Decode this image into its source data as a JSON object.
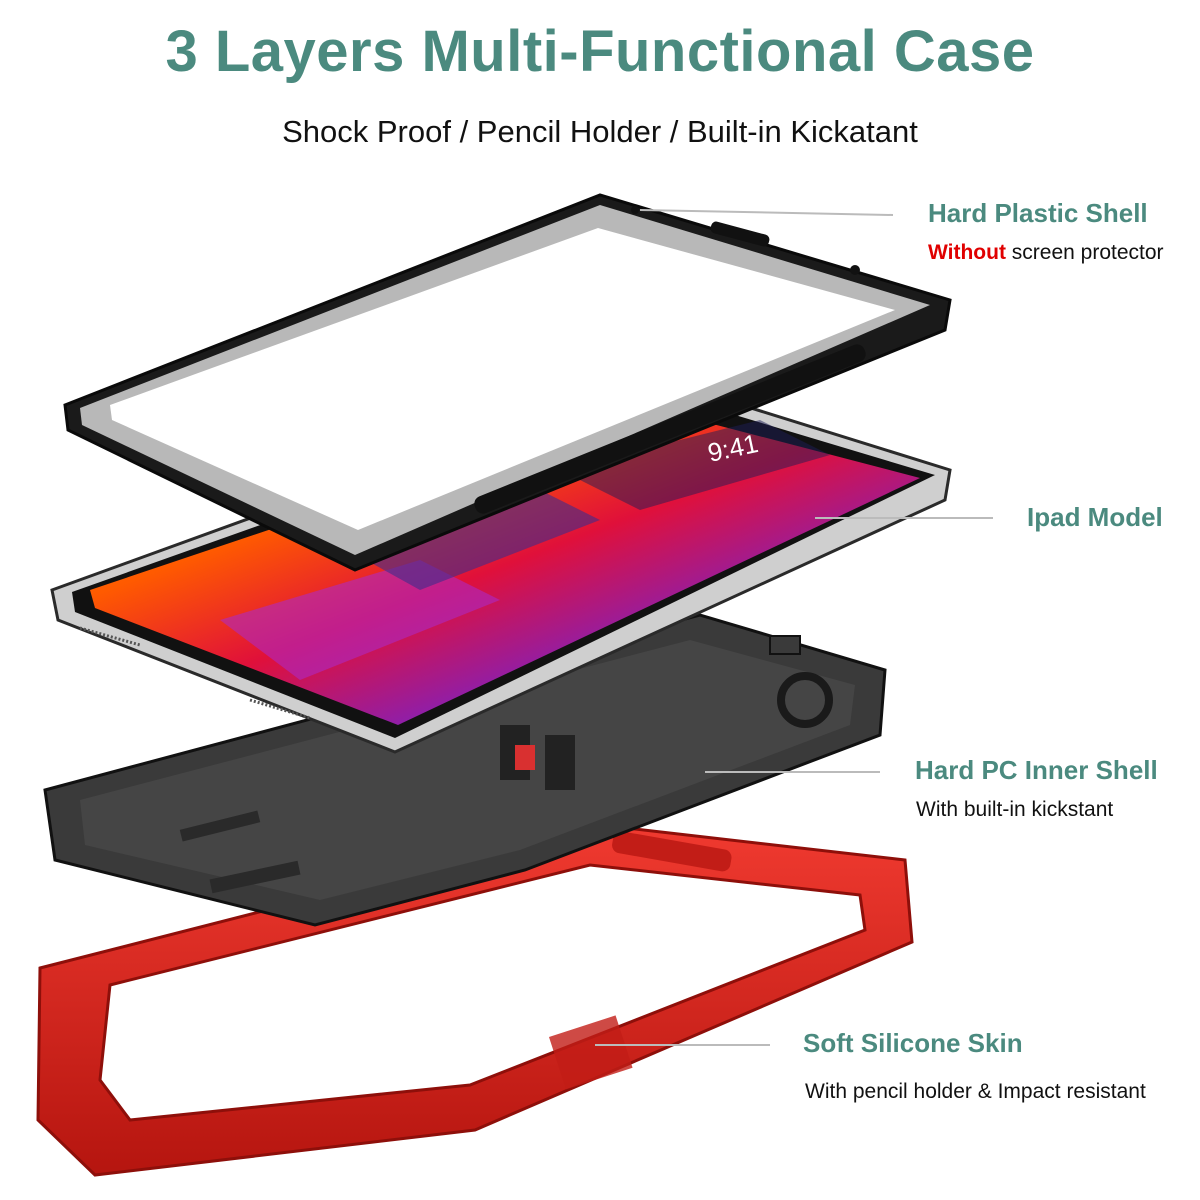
{
  "header": {
    "title": "3 Layers Multi-Functional Case",
    "subtitle": "Shock Proof / Pencil Holder / Built-in Kickatant"
  },
  "callouts": [
    {
      "title": "Hard Plastic Shell",
      "desc_highlight": "Without",
      "desc": " screen protector"
    },
    {
      "title": "Ipad Model"
    },
    {
      "title": "Hard PC Inner Shell",
      "desc": "With built-in kickstant"
    },
    {
      "title": "Soft Silicone Skin",
      "desc": "With pencil holder & Impact resistant"
    }
  ],
  "tablet": {
    "status_time": "9:41"
  },
  "colors": {
    "accent": "#4b8a7f",
    "highlight": "#e00000",
    "silicone_red": "#d9231f",
    "frame_black": "#1a1a1a",
    "frame_silver": "#b8b8b8",
    "inner_shell": "#3a3a3a"
  }
}
